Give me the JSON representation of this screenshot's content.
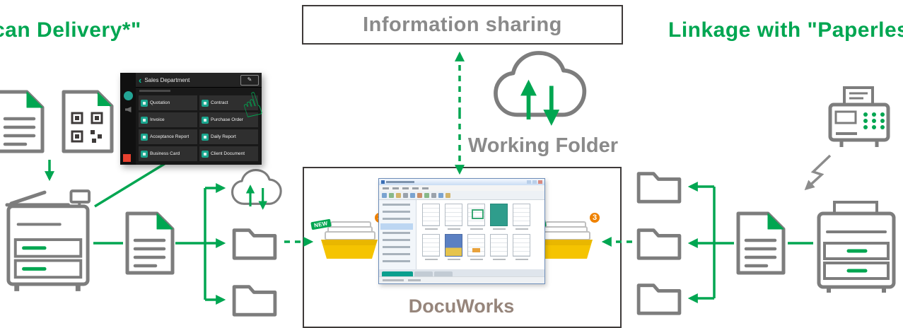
{
  "titles": {
    "left": "can Delivery*\"",
    "center": "Information sharing",
    "right": "Linkage with \"Paperles",
    "working_folder": "Working Folder",
    "docuworks": "DocuWorks"
  },
  "app_panel": {
    "header": "Sales Department",
    "tiles": [
      "Quotation",
      "Contract",
      "Invoice",
      "Purchase Order",
      "Acceptance Report",
      "Daily Report",
      "Business Card",
      "Client Document"
    ]
  },
  "tray": {
    "new_label": "NEW",
    "count": "3"
  },
  "icons": {
    "hand_pointer": "☝",
    "back_chevron": "‹",
    "edit_pencil": "✎"
  },
  "colors": {
    "accent_green": "#00a651",
    "text_gray": "#8a8a8a",
    "icon_gray": "#7d7d7d",
    "box_border": "#3e3a39",
    "tray_yellow": "#f5c400",
    "badge_orange": "#ef8200",
    "docuworks_label": "#96857b"
  }
}
